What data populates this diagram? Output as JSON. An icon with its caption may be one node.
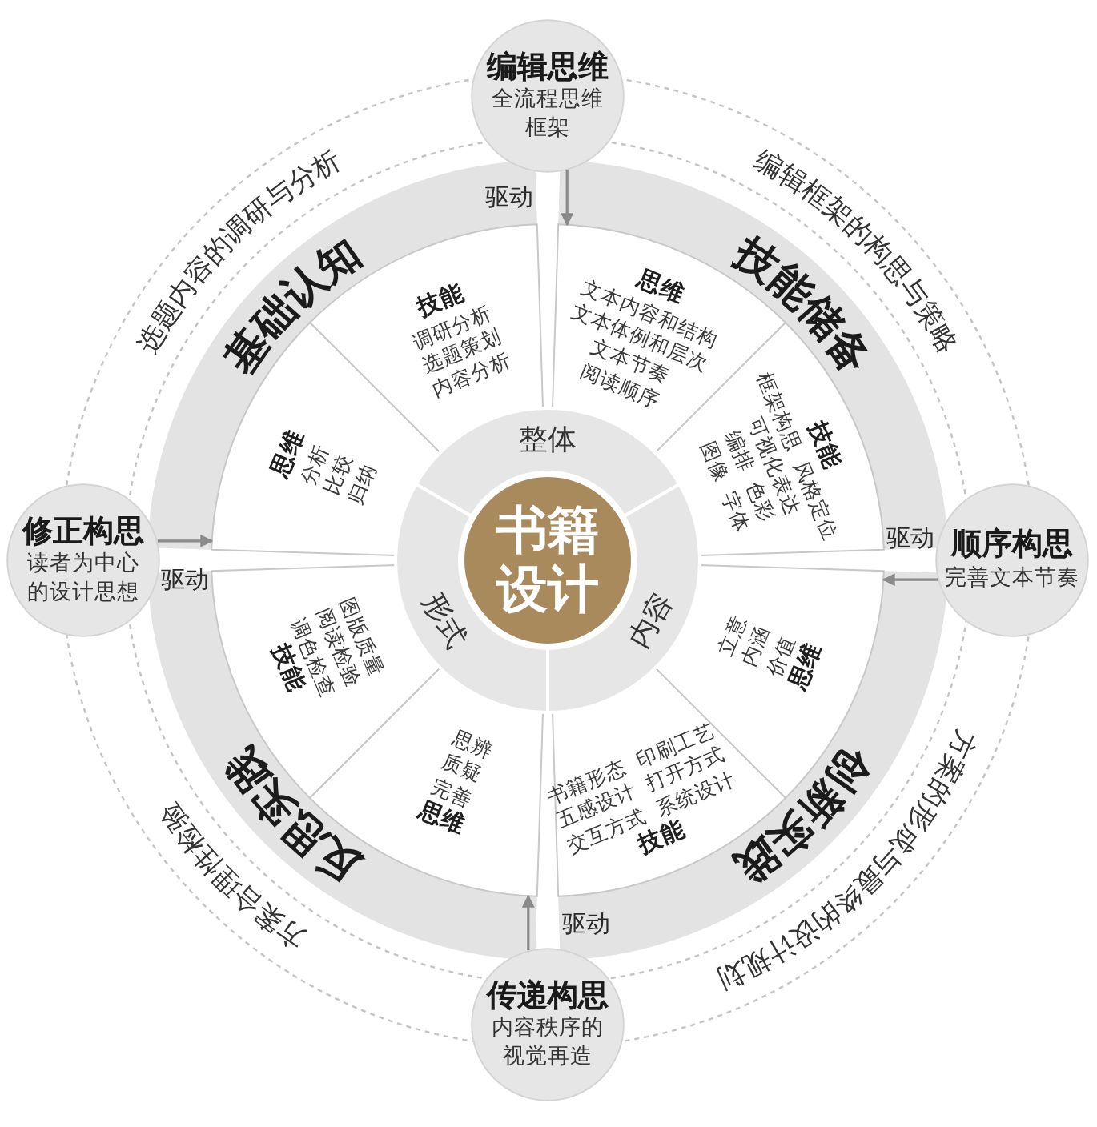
{
  "diagram": {
    "nodes": [
      {
        "text": [
          "编辑思维",
          "全流程思维框架"
        ]
      },
      {
        "text": [
          "基础认知"
        ]
      },
      {
        "text": [
          "技能",
          "调研分析",
          "选题策划",
          "内容分析"
        ],
        "in": 1
      },
      {
        "text": [
          "思维",
          "分析",
          "比较",
          "归纳"
        ],
        "in": 1
      },
      {
        "text": [
          "技能储备"
        ]
      },
      {
        "text": [
          "思维",
          "文本内容和结构",
          "文本体例和层次",
          "文本节奏",
          "阅读顺序"
        ],
        "in": 4
      },
      {
        "text": [
          "技能",
          "框架构思",
          "风格定位",
          "可视化表达",
          "编排",
          "色彩",
          "图像",
          "字体"
        ],
        "in": 4
      },
      {
        "text": [
          "修正构思",
          "读者为中心的设计思想"
        ]
      },
      {
        "text": [
          "整体"
        ]
      },
      {
        "text": [
          "书籍设计"
        ]
      },
      {
        "text": [
          "形式"
        ]
      },
      {
        "text": [
          "内容"
        ]
      },
      {
        "text": [
          "顺序构思",
          "完善文本节奏"
        ]
      },
      {
        "text": [
          "反思实践"
        ]
      },
      {
        "text": [
          "图版质量",
          "阅读检验",
          "调色检查",
          "技能"
        ],
        "in": 13
      },
      {
        "text": [
          "思辨",
          "质疑",
          "完善",
          "思维"
        ],
        "in": 13
      },
      {
        "text": [
          "创新实践"
        ]
      },
      {
        "text": [
          "立意",
          "内涵",
          "价值",
          "思维"
        ],
        "in": 16
      },
      {
        "text": [
          "书籍形态",
          "印刷工艺",
          "五感设计",
          "打开方式",
          "交互方式",
          "系统设计",
          "技能"
        ],
        "in": 16
      },
      {
        "text": [
          "传递构思",
          "内容秩序的视觉再造"
        ]
      }
    ],
    "edges": [
      {
        "from": 0,
        "to": 5,
        "arrow": "to",
        "label": "驱动"
      },
      {
        "from": 7,
        "to": 3,
        "arrow": "to",
        "label": "驱动"
      },
      {
        "from": 12,
        "to": 17,
        "arrow": "to",
        "label": "驱动"
      },
      {
        "from": 19,
        "to": 15,
        "arrow": "to",
        "label": "驱动"
      }
    ],
    "labels": [
      "选题内容的调研与分析",
      "编辑框架的构思与策略",
      "方案合理性检验",
      "方案的形成与最终的设计规划"
    ]
  }
}
